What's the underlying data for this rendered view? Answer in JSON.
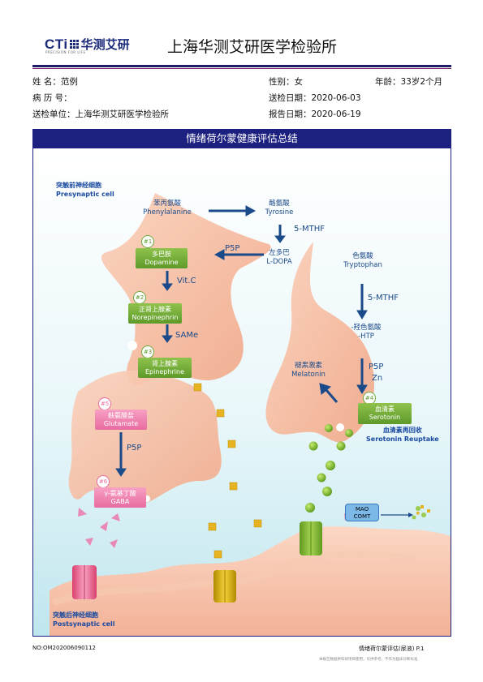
{
  "header": {
    "logo_text": "CTi",
    "logo_cn": "华测艾研",
    "logo_sub": "PRECISION FOR LIFE",
    "title": "上海华测艾研医学检验所"
  },
  "patient": {
    "name_label": "姓      名：",
    "name": "范例",
    "gender_label": "性别：",
    "gender": "女",
    "age_label": "年龄：",
    "age": "33岁2个月",
    "record_label": "病  历  号：",
    "record": "",
    "sent_date_label": "送检日期：",
    "sent_date": "2020-06-03",
    "unit_label": "送检单位：",
    "unit": "上海华测艾研医学检验所",
    "report_date_label": "报告日期：",
    "report_date": "2020-06-19"
  },
  "banner": "情绪荷尔蒙健康评估总结",
  "diagram": {
    "presynaptic_cn": "突触前神经细胞",
    "presynaptic_en": "Presynaptic cell",
    "postsynaptic_cn": "突触后神经细胞",
    "postsynaptic_en": "Postsynaptic cell",
    "phenylalanine_cn": "苯丙氨酸",
    "phenylalanine_en": "Phenylalanine",
    "tyrosine_cn": "酪氨酸",
    "tyrosine_en": "Tyrosine",
    "mthf1": "5-MTHF",
    "ldopa_cn": "左多巴",
    "ldopa_en": "L-DOPA",
    "p5p1": "P5P",
    "n1": "#1",
    "dopamine_cn": "多巴胺",
    "dopamine_en": "Dopamine",
    "vitc": "Vit.C",
    "n2": "#2",
    "norepi_cn": "正肾上腺素",
    "norepi_en": "Norepinephrin",
    "same": "SAMe",
    "n3": "#3",
    "epi_cn": "肾上腺素",
    "epi_en": "Epinephrine",
    "tryptophan_cn": "色氨酸",
    "tryptophan_en": "Tryptophan",
    "mthf2": "5-MTHF",
    "htp_cn": "-羟色氨酸",
    "htp_en": "-HTP",
    "p5p2": "P5P",
    "zn": "Zn",
    "melatonin_cn": "褪黑激素",
    "melatonin_en": "Melatonin",
    "n4": "#4",
    "serotonin_cn": "血清素",
    "serotonin_en": "Serotonin",
    "reuptake_cn": "血清素再回收",
    "reuptake_en": "Serotonin Reuptake",
    "n5": "#5",
    "glutamate_cn": "麸氨酸盐",
    "glutamate_en": "Glutamate",
    "p5p3": "P5P",
    "n6": "#6",
    "gaba_cn": "γ-氨基丁酸",
    "gaba_en": "GABA",
    "mao": "MAO",
    "comt": "COMT"
  },
  "footer": {
    "no": "NO:OM202006090112",
    "page": "情绪荷尔蒙评估(尿液) P.1",
    "note": "本报告数据供科研项目使用，仅供参考，不作为临床诊断标准"
  },
  "colors": {
    "navy": "#1c2180",
    "green_box": "#6cab3a",
    "pink_box": "#e86ca0",
    "cell": "#f6b89c",
    "arrow": "#1a4a8a"
  }
}
